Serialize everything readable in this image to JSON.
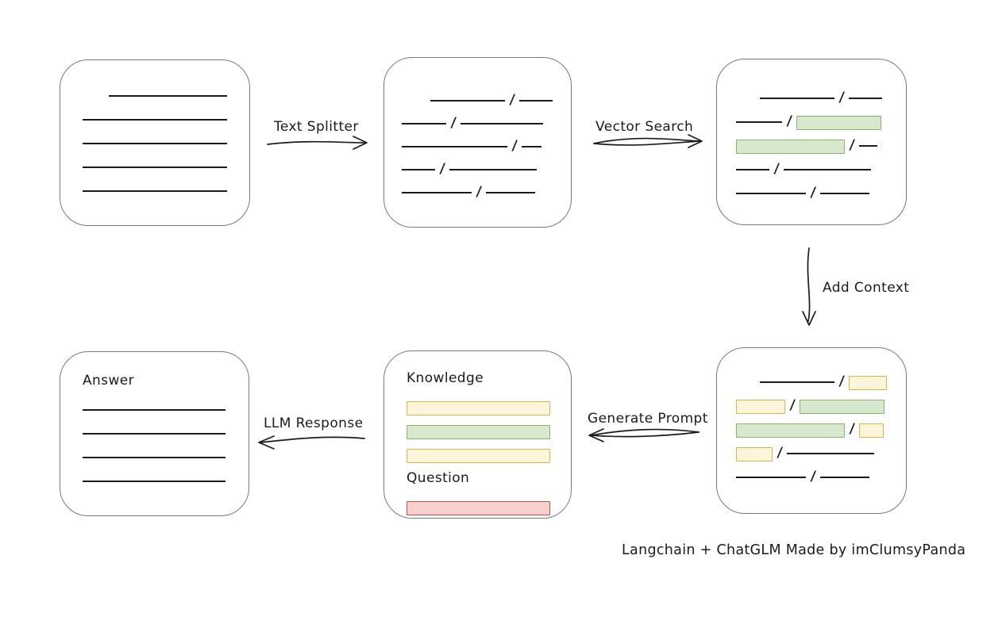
{
  "caption": "Langchain + ChatGLM Made by imClumsyPanda",
  "colors": {
    "ink": "#1b1b1b",
    "box_border": "#7a7a7a",
    "green_fill": "#d8e8cf",
    "green_border": "#86b56b",
    "yellow_fill": "#fdf5d9",
    "yellow_border": "#d9b34b",
    "red_fill": "#f6d0cc",
    "red_border": "#bf544e"
  },
  "labels": {
    "text_splitter": "Text Splitter",
    "vector_search": "Vector Search",
    "add_context": "Add Context",
    "generate_prompt": "Generate Prompt",
    "llm_response": "LLM Response"
  },
  "boxes": {
    "source_document": {
      "rows": [
        {
          "h": 30,
          "segs": [
            {
              "t": "gap",
              "w": 33
            },
            {
              "t": "line",
              "w": 149
            }
          ]
        },
        {
          "h": 30,
          "segs": [
            {
              "t": "line",
              "w": 182
            }
          ]
        },
        {
          "h": 30,
          "segs": [
            {
              "t": "line",
              "w": 182
            }
          ]
        },
        {
          "h": 30,
          "segs": [
            {
              "t": "line",
              "w": 182
            }
          ]
        },
        {
          "h": 30,
          "segs": [
            {
              "t": "line",
              "w": 182
            }
          ]
        }
      ]
    },
    "split_chunks": {
      "rows": [
        {
          "h": 29,
          "segs": [
            {
              "t": "gap",
              "w": 36
            },
            {
              "t": "line",
              "w": 94
            },
            {
              "t": "slash"
            },
            {
              "t": "line",
              "w": 42
            }
          ]
        },
        {
          "h": 29,
          "segs": [
            {
              "t": "line",
              "w": 56
            },
            {
              "t": "slash"
            },
            {
              "t": "line",
              "w": 104
            }
          ]
        },
        {
          "h": 29,
          "segs": [
            {
              "t": "line",
              "w": 133
            },
            {
              "t": "slash"
            },
            {
              "t": "line",
              "w": 25
            }
          ]
        },
        {
          "h": 29,
          "segs": [
            {
              "t": "line",
              "w": 42
            },
            {
              "t": "slash"
            },
            {
              "t": "line",
              "w": 110
            }
          ]
        },
        {
          "h": 29,
          "segs": [
            {
              "t": "line",
              "w": 88
            },
            {
              "t": "slash"
            },
            {
              "t": "line",
              "w": 62
            }
          ]
        }
      ]
    },
    "matched_chunks": {
      "rows": [
        {
          "h": 30,
          "segs": [
            {
              "t": "gap",
              "w": 30
            },
            {
              "t": "line",
              "w": 94
            },
            {
              "t": "slash"
            },
            {
              "t": "line",
              "w": 42
            }
          ]
        },
        {
          "h": 30,
          "segs": [
            {
              "t": "line",
              "w": 58
            },
            {
              "t": "slash"
            },
            {
              "t": "rect",
              "c": "green",
              "w": 107
            }
          ]
        },
        {
          "h": 30,
          "segs": [
            {
              "t": "rect",
              "c": "green",
              "w": 137
            },
            {
              "t": "slash"
            },
            {
              "t": "line",
              "w": 23
            }
          ]
        },
        {
          "h": 30,
          "segs": [
            {
              "t": "line",
              "w": 42
            },
            {
              "t": "slash"
            },
            {
              "t": "line",
              "w": 110
            }
          ]
        },
        {
          "h": 30,
          "segs": [
            {
              "t": "line",
              "w": 88
            },
            {
              "t": "slash"
            },
            {
              "t": "line",
              "w": 62
            }
          ]
        }
      ]
    },
    "context_chunks": {
      "rows": [
        {
          "h": 30,
          "segs": [
            {
              "t": "gap",
              "w": 30
            },
            {
              "t": "line",
              "w": 94
            },
            {
              "t": "slash"
            },
            {
              "t": "rect",
              "c": "yellow",
              "w": 48
            }
          ]
        },
        {
          "h": 30,
          "segs": [
            {
              "t": "rect",
              "c": "yellow",
              "w": 62
            },
            {
              "t": "slash"
            },
            {
              "t": "rect",
              "c": "green",
              "w": 107
            }
          ]
        },
        {
          "h": 30,
          "segs": [
            {
              "t": "rect",
              "c": "green",
              "w": 137
            },
            {
              "t": "slash"
            },
            {
              "t": "rect",
              "c": "yellow",
              "w": 31
            }
          ]
        },
        {
          "h": 30,
          "segs": [
            {
              "t": "rect",
              "c": "yellow",
              "w": 46
            },
            {
              "t": "slash"
            },
            {
              "t": "line",
              "w": 110
            }
          ]
        },
        {
          "h": 30,
          "segs": [
            {
              "t": "line",
              "w": 88
            },
            {
              "t": "slash"
            },
            {
              "t": "line",
              "w": 62
            }
          ]
        }
      ]
    },
    "prompt": {
      "rows": [
        {
          "h": 36,
          "segs": [
            {
              "t": "text",
              "v": "Knowledge"
            }
          ]
        },
        {
          "h": 30,
          "segs": [
            {
              "t": "rect",
              "c": "yellow",
              "w": 181
            }
          ]
        },
        {
          "h": 30,
          "segs": [
            {
              "t": "rect",
              "c": "green",
              "w": 181
            }
          ]
        },
        {
          "h": 30,
          "segs": [
            {
              "t": "rect",
              "c": "yellow",
              "w": 181
            }
          ]
        },
        {
          "h": 36,
          "segs": [
            {
              "t": "text",
              "v": "Question"
            }
          ]
        },
        {
          "h": 30,
          "segs": [
            {
              "t": "rect",
              "c": "red",
              "w": 181
            }
          ]
        }
      ]
    },
    "answer": {
      "rows": [
        {
          "h": 36,
          "segs": [
            {
              "t": "text",
              "v": "Answer"
            }
          ]
        },
        {
          "h": 30,
          "segs": [
            {
              "t": "line",
              "w": 180
            }
          ]
        },
        {
          "h": 30,
          "segs": [
            {
              "t": "line",
              "w": 180
            }
          ]
        },
        {
          "h": 30,
          "segs": [
            {
              "t": "line",
              "w": 180
            }
          ]
        },
        {
          "h": 30,
          "segs": [
            {
              "t": "line",
              "w": 180
            }
          ]
        }
      ]
    }
  }
}
